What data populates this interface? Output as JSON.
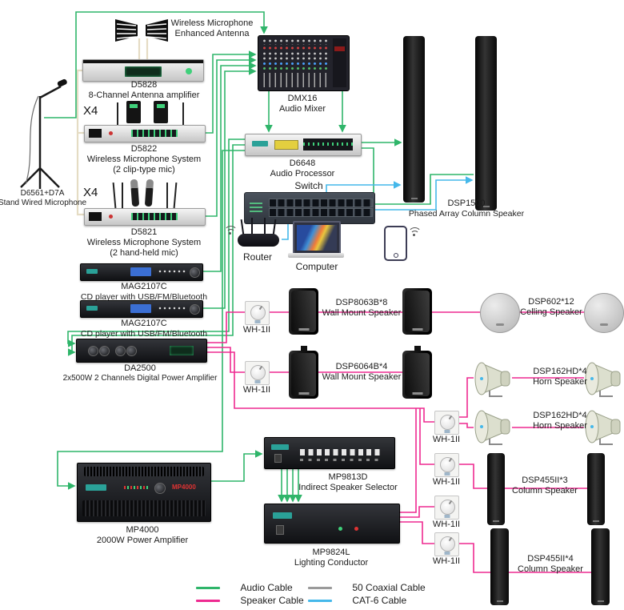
{
  "colors": {
    "audio": "#2fb56a",
    "speaker": "#ee2a90",
    "cat6": "#45b8ea",
    "coax": "#9a9a9a",
    "antenna": "#e5dcc4"
  },
  "devices": {
    "antenna": {
      "line1": "Wireless Microphone",
      "line2": "Enhanced Antenna"
    },
    "d5828": {
      "model": "D5828",
      "desc": "8-Channel Antenna amplifier"
    },
    "d5822": {
      "qty": "X4",
      "model": "D5822",
      "desc": "Wireless Microphone System",
      "desc2": "(2 clip-type mic)"
    },
    "d5821": {
      "qty": "X4",
      "model": "D5821",
      "desc": "Wireless Microphone System",
      "desc2": "(2 hand-held mic)"
    },
    "standmic": {
      "model": "D6561+D7A",
      "desc": "Stand Wired Microphone"
    },
    "mag1": {
      "model": "MAG2107C",
      "desc": "CD player with USB/FM/Bluetooth"
    },
    "mag2": {
      "model": "MAG2107C",
      "desc": "CD player with USB/FM/Bluetooth"
    },
    "da2500": {
      "model": "DA2500",
      "desc": "2x500W 2 Channels Digital Power Amplifier"
    },
    "dmx16": {
      "model": "DMX16",
      "desc": "Audio Mixer"
    },
    "d6648": {
      "model": "D6648",
      "desc": "Audio Processor"
    },
    "switch": {
      "label": "Switch"
    },
    "dsp1500": {
      "model": "DSP1500",
      "desc": "Phased Array Column Speaker"
    },
    "router": {
      "label": "Router"
    },
    "computer": {
      "label": "Computer"
    },
    "wh": {
      "label": "WH-1II"
    },
    "dsp8063": {
      "model": "DSP8063B*8",
      "desc": "Wall Mount Speaker"
    },
    "dsp602": {
      "model": "DSP602*12",
      "desc": "Celling Speaker"
    },
    "dsp6064": {
      "model": "DSP6064B*4",
      "desc": "Wall Mount Speaker"
    },
    "dsp162": {
      "model": "DSP162HD*4",
      "desc": "Horn Speaker"
    },
    "dsp455_3": {
      "model": "DSP455II*3",
      "desc": "Column Speaker"
    },
    "dsp455_4": {
      "model": "DSP455II*4",
      "desc": "Column Speaker"
    },
    "mp9813": {
      "model": "MP9813D",
      "desc": "Indirect Speaker Selector"
    },
    "mp4000": {
      "model": "MP4000",
      "desc": "2000W Power Amplifier"
    },
    "mp9824": {
      "model": "MP9824L",
      "desc": "Lighting Conductor"
    }
  },
  "legend": {
    "audio": "Audio Cable",
    "speaker": "Speaker Cable",
    "coax": "50 Coaxial  Cable",
    "cat6": "CAT-6 Cable"
  }
}
